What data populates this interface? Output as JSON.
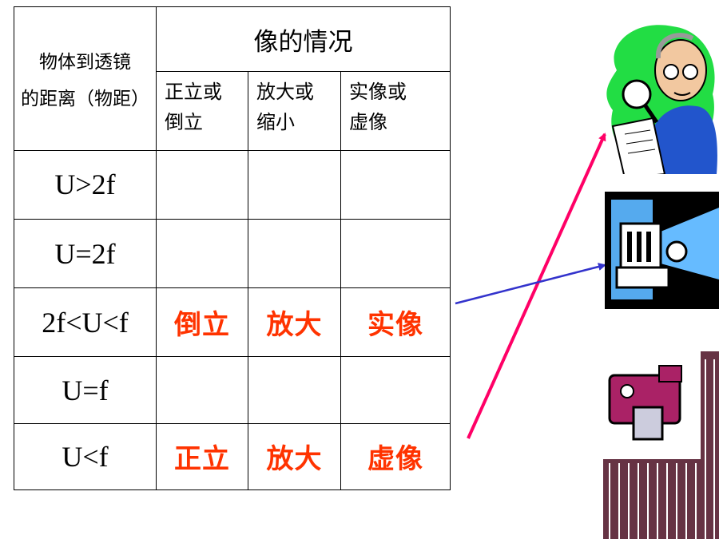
{
  "table": {
    "header_left": [
      "物体到透镜",
      "的距离（物距）"
    ],
    "header_top": "像的情况",
    "subheaders": [
      [
        "正立或",
        "倒立"
      ],
      [
        "放大或",
        "缩小"
      ],
      [
        "实像或",
        "虚像"
      ]
    ],
    "rows": [
      {
        "condition": "U>2f",
        "cells": [
          "",
          "",
          ""
        ]
      },
      {
        "condition": "U=2f",
        "cells": [
          "",
          "",
          ""
        ]
      },
      {
        "condition": "2f<U<f",
        "cells": [
          "倒立",
          "放大",
          "实像"
        ]
      },
      {
        "condition": "U=f",
        "cells": [
          "",
          "",
          ""
        ]
      },
      {
        "condition": "U<f",
        "cells": [
          "正立",
          "放大",
          "虚像"
        ]
      }
    ]
  },
  "illustrations": [
    {
      "icon": "man-with-magnifying-glass-icon"
    },
    {
      "icon": "projector-icon"
    },
    {
      "icon": "camera-icon"
    }
  ],
  "colors": {
    "answer_text": "#ff3300",
    "arrow_pink": "#ff0066",
    "arrow_blue": "#3333cc"
  }
}
